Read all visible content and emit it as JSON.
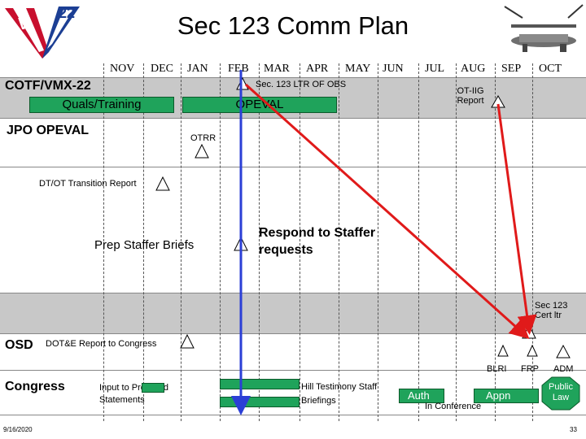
{
  "slide": {
    "title": "Sec 123 Comm Plan",
    "date": "9/16/2020",
    "page": "33"
  },
  "months": [
    "NOV",
    "DEC",
    "JAN",
    "FEB",
    "MAR",
    "APR",
    "MAY",
    "JUN",
    "JUL",
    "AUG",
    "SEP",
    "OCT"
  ],
  "rows": {
    "cotf": {
      "label": "COTF/VMX-22",
      "quals": "Quals/Training",
      "opeval": "OPEVAL",
      "sec123_ltr": "Sec. 123 LTR OF OBS",
      "ot_iig": "OT-IIG Report"
    },
    "jpo": {
      "label": "JPO OPEVAL",
      "otrr": "OTRR",
      "dtot": "DT/OT Transition Report",
      "prep": "Prep Staffer Briefs",
      "respond": "Respond to Staffer requests"
    },
    "osd": {
      "label": "OSD",
      "dote": "DOT&E Report to Congress",
      "cert": "Sec 123 Cert ltr",
      "blri": "BLRI",
      "frp": "FRP",
      "adm": "ADM"
    },
    "congress": {
      "label": "Congress",
      "input": "Input to Prepared Statements",
      "hill": "Hill Testimony Staff Briefings",
      "auth": "Auth",
      "appn": "Appn",
      "conference": "In Conference",
      "public_law": "Public Law"
    }
  },
  "colors": {
    "band": "#c8c8c8",
    "green": "#1fa35b",
    "arrow_red": "#e01a1a",
    "arrow_blue": "#2b3fd6"
  }
}
